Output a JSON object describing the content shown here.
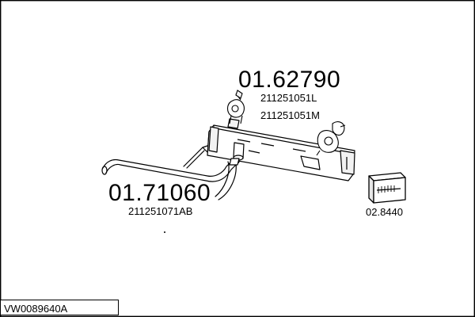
{
  "parts": {
    "rear_muffler": {
      "number": "01.62790",
      "oem_refs": [
        "211251051L",
        "211251051M"
      ]
    },
    "front_pipe": {
      "number": "01.71060",
      "oem_ref": "211251071AB"
    },
    "mounting_kit": {
      "number": "02.8440"
    }
  },
  "footer": {
    "vehicle_code": "VW0089640A"
  },
  "icons": [
    "muffler-icon",
    "pipe-icon",
    "hanger-clamp-icon",
    "mounting-kit-box-icon"
  ],
  "colors": {
    "line": "#000000",
    "background": "#ffffff",
    "fill_light": "#f2f2f2"
  }
}
